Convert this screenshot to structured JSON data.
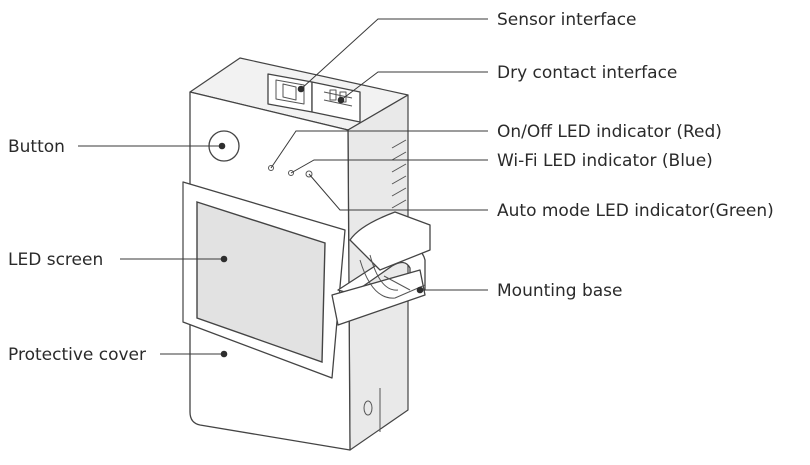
{
  "callouts": {
    "sensor_interface": "Sensor interface",
    "dry_contact_interface": "Dry contact interface",
    "on_off_led": "On/Off LED indicator (Red)",
    "wifi_led": "Wi-Fi LED indicator (Blue)",
    "auto_mode_led": "Auto mode LED indicator(Green)",
    "mounting_base": "Mounting base",
    "button": "Button",
    "led_screen": "LED screen",
    "protective_cover": "Protective cover"
  },
  "colors": {
    "line": "#3a3a3a",
    "text": "#2a2a2a",
    "screen": "#e2e2e2"
  }
}
